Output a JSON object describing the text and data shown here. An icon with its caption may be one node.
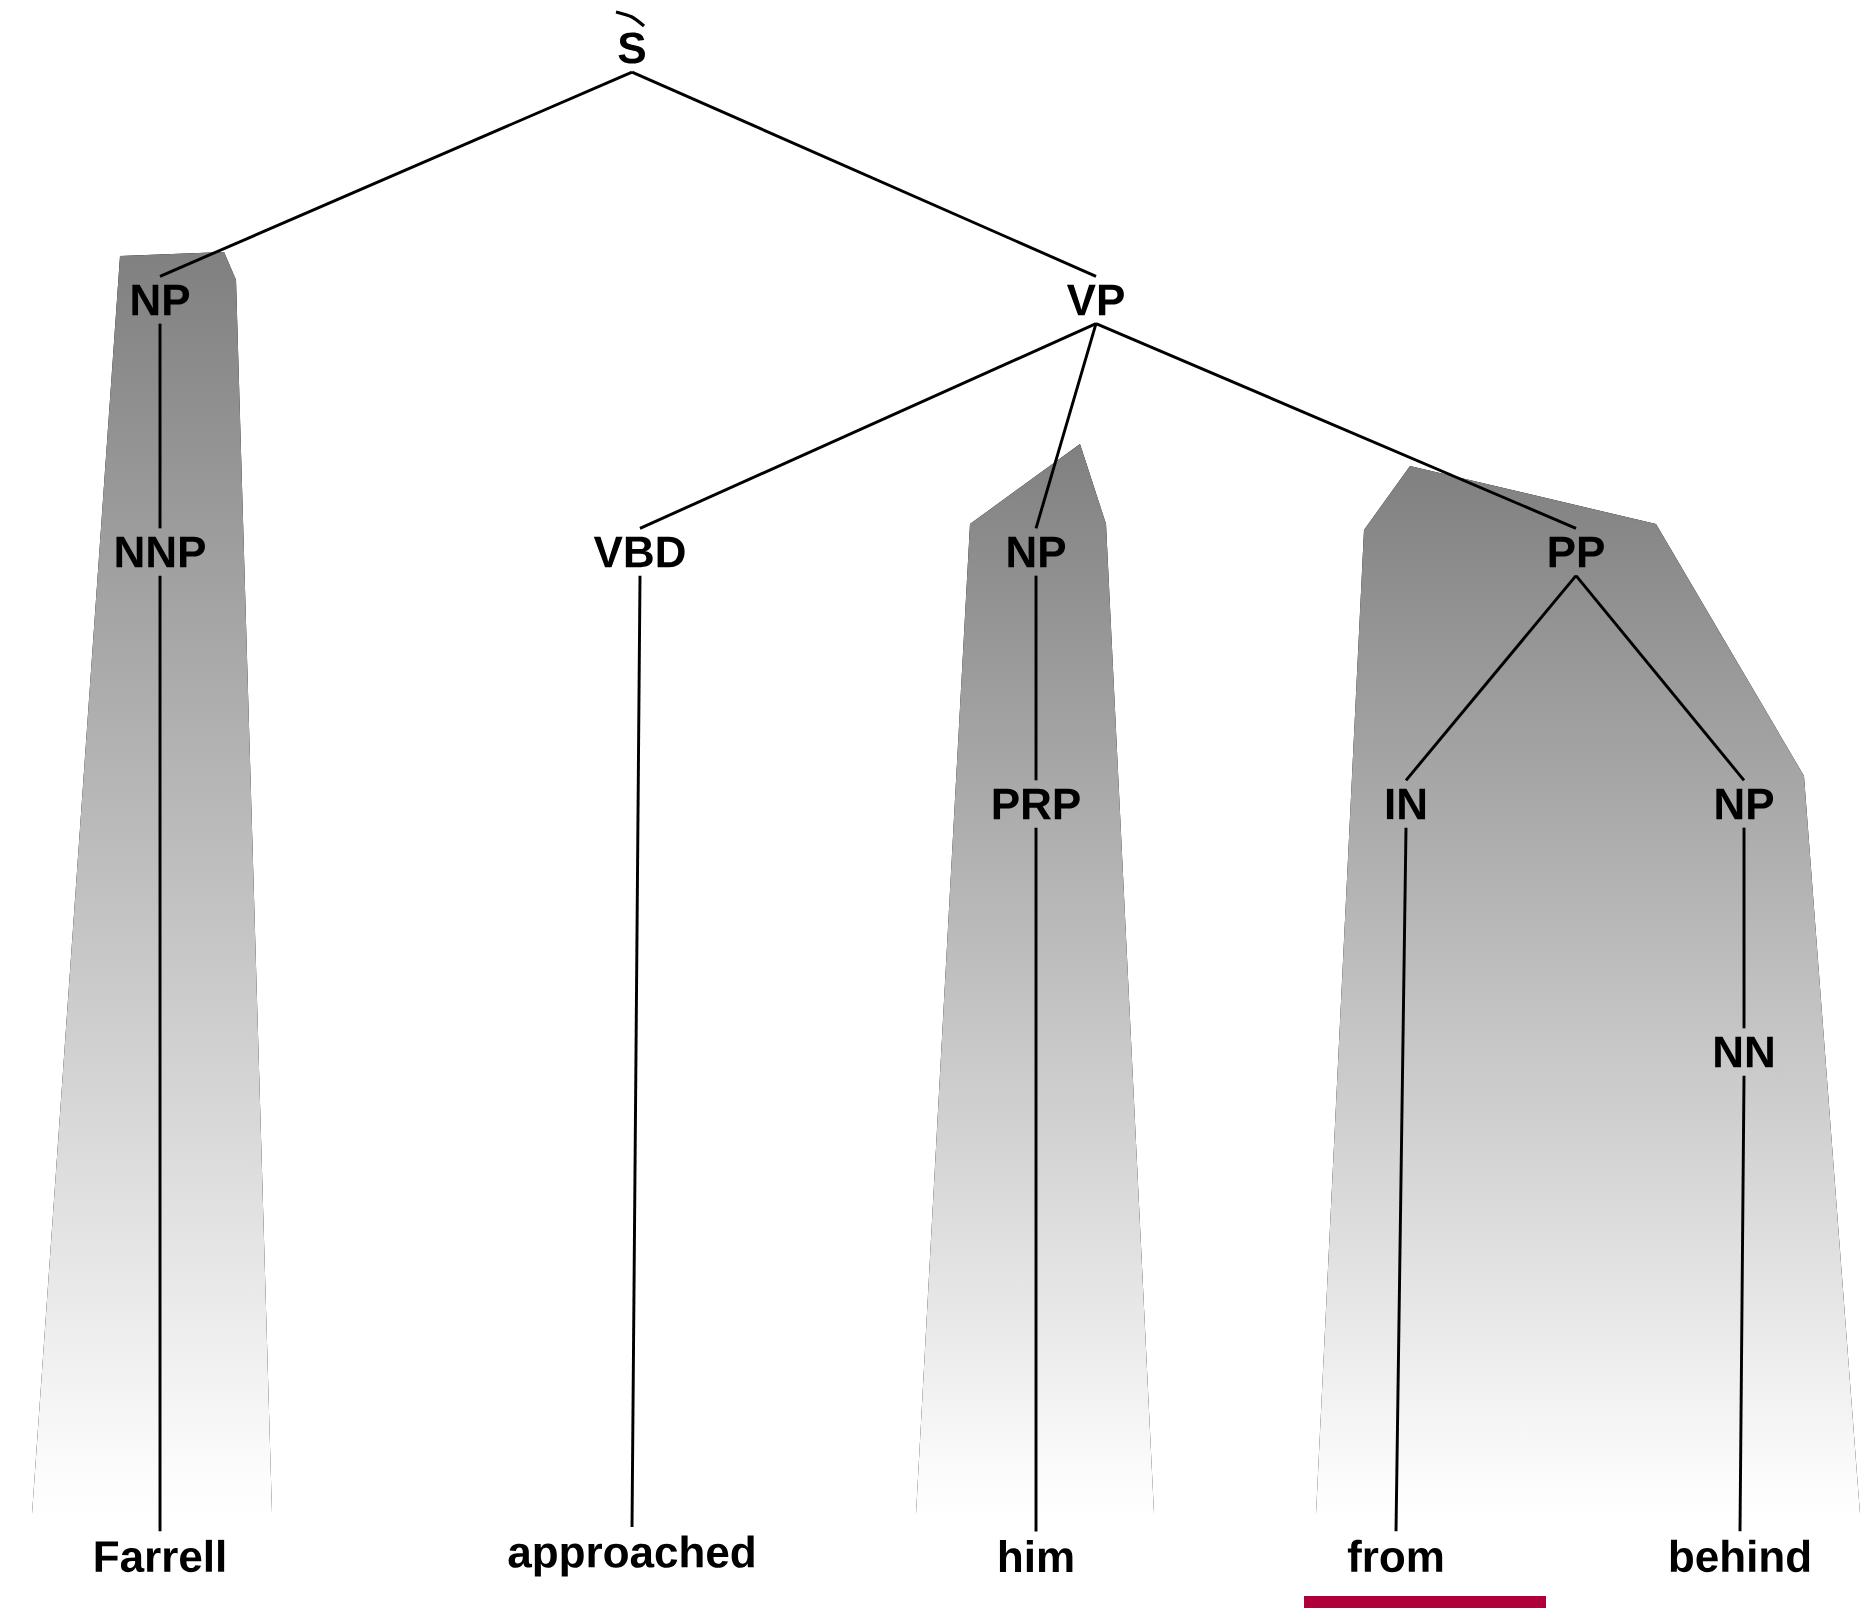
{
  "diagram": {
    "nodes": [
      {
        "text": [
          "S"
        ]
      },
      {
        "text": [
          "NP"
        ]
      },
      {
        "text": [
          "VP"
        ]
      },
      {
        "text": [
          "NNP"
        ]
      },
      {
        "text": [
          "VBD"
        ]
      },
      {
        "text": [
          "NP"
        ]
      },
      {
        "text": [
          "PP"
        ]
      },
      {
        "text": [
          "PRP"
        ]
      },
      {
        "text": [
          "IN"
        ]
      },
      {
        "text": [
          "NP"
        ]
      },
      {
        "text": [
          "NN"
        ]
      },
      {
        "text": [
          "Farrell"
        ]
      },
      {
        "text": [
          "approached"
        ]
      },
      {
        "text": [
          "him"
        ]
      },
      {
        "text": [
          "from"
        ]
      },
      {
        "text": [
          "behind"
        ]
      }
    ],
    "edges": [
      {
        "from": 0,
        "to": 1,
        "arrow": "none"
      },
      {
        "from": 0,
        "to": 2,
        "arrow": "none"
      },
      {
        "from": 1,
        "to": 3,
        "arrow": "none"
      },
      {
        "from": 3,
        "to": 11,
        "arrow": "none"
      },
      {
        "from": 2,
        "to": 4,
        "arrow": "none"
      },
      {
        "from": 2,
        "to": 5,
        "arrow": "none"
      },
      {
        "from": 2,
        "to": 6,
        "arrow": "none"
      },
      {
        "from": 4,
        "to": 12,
        "arrow": "none"
      },
      {
        "from": 5,
        "to": 7,
        "arrow": "none"
      },
      {
        "from": 7,
        "to": 13,
        "arrow": "none"
      },
      {
        "from": 6,
        "to": 8,
        "arrow": "none"
      },
      {
        "from": 6,
        "to": 9,
        "arrow": "none"
      },
      {
        "from": 8,
        "to": 14,
        "arrow": "none"
      },
      {
        "from": 9,
        "to": 10,
        "arrow": "none"
      },
      {
        "from": 10,
        "to": 15,
        "arrow": "none"
      }
    ]
  }
}
